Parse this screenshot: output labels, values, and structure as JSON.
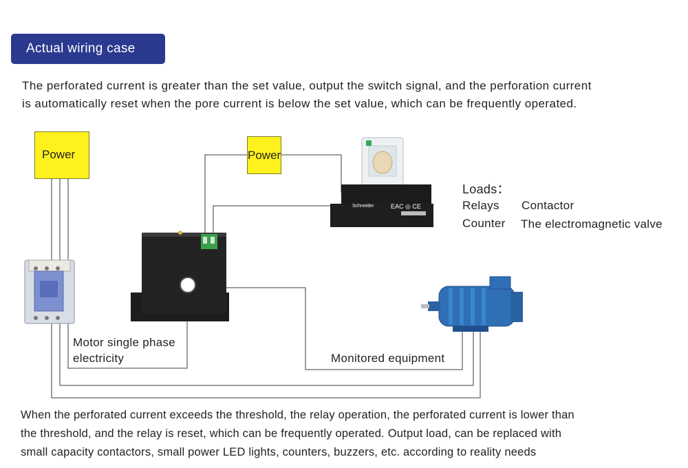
{
  "header": {
    "title": "Actual wiring case"
  },
  "intro": {
    "line1": "The perforated current is greater than the set value, output the switch signal, and the perforation current",
    "line2": "is automatically reset when the pore current is below the set value, which can be frequently operated."
  },
  "diagram": {
    "power_left": "Power",
    "power_middle": "Power",
    "loads_title": "Loads：",
    "loads": {
      "row1_left": "Relays",
      "row1_right": "Contactor",
      "row2_left": "Counter",
      "row2_right": "The electromagnetic valve"
    },
    "motor_label_line1": "Motor single phase",
    "motor_label_line2": "electricity",
    "monitored_label": "Monitored equipment",
    "relay_brand": "Schneider",
    "relay_marks": "EAC ◎ CE"
  },
  "outro": {
    "line1": "When the perforated current exceeds the threshold, the relay operation, the perforated current is lower than",
    "line2": "the threshold, and the relay is reset, which can be frequently operated. Output load, can be replaced with",
    "line3": "small capacity contactors, small power LED lights, counters, buzzers, etc. according to reality needs"
  },
  "colors": {
    "badge": "#2b3a8f",
    "power_box": "#fff21c",
    "wire": "#666666"
  }
}
